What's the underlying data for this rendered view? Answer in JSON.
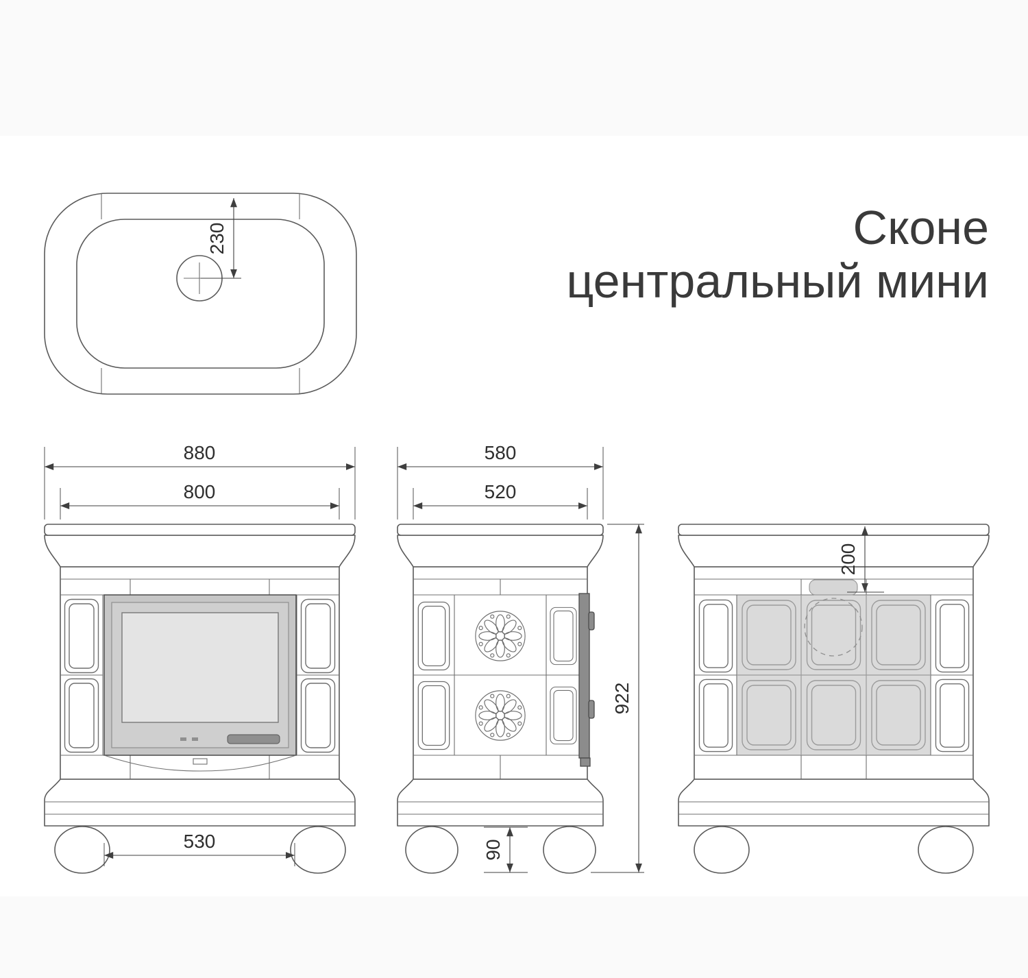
{
  "title": {
    "line1": "Сконе",
    "line2": "центральный мини"
  },
  "dims": {
    "flue_offset": "230",
    "front_overall": "880",
    "front_body": "800",
    "feet_span": "530",
    "side_overall": "580",
    "side_body": "520",
    "height": "922",
    "foot_height": "90",
    "flue_top": "200"
  },
  "colors": {
    "drawing_line": "#5a5a5a",
    "dimension_line": "#3f3f3f",
    "shaded_tiles": "#dadada",
    "insert_frame": "#c6c6c6",
    "glass": "#e4e4e4",
    "title_text": "#3a3a3a"
  }
}
